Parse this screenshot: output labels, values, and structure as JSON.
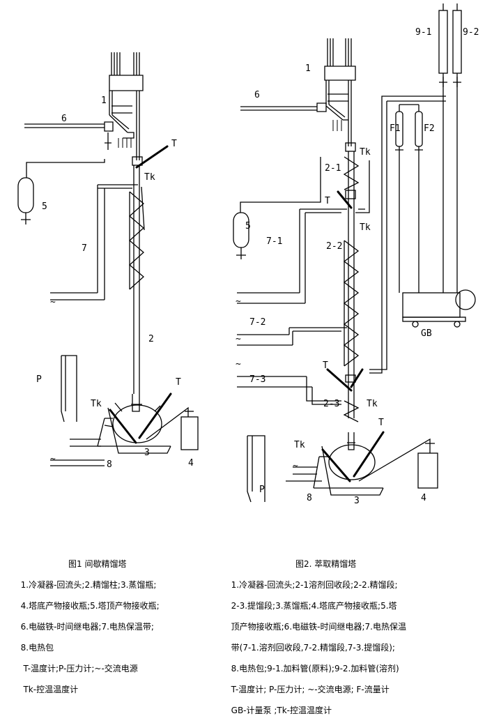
{
  "fig1": {
    "labels": {
      "n1": "1",
      "n2": "2",
      "n3": "3",
      "n4": "4",
      "n5": "5",
      "n6": "6",
      "n7": "7",
      "n8": "8",
      "T_top": "T",
      "T_bot": "T",
      "Tk_top": "Tk",
      "Tk_bot": "Tk",
      "P": "P",
      "ac1": "~",
      "ac2": "~"
    },
    "caption": {
      "title": "图1 间歇精馏塔",
      "lines": [
        "1.冷凝器-回流头;2.精馏柱;3.蒸馏瓶;",
        "4.塔底产物接收瓶;5.塔顶产物接收瓶;",
        "6.电磁铁-时间继电器;7.电热保温带;",
        "8.电热包",
        " T-温度计;P-压力计;~-交流电源",
        " Tk-控温温度计"
      ]
    }
  },
  "fig2": {
    "labels": {
      "n1": "1",
      "n3": "3",
      "n4": "4",
      "n5": "5",
      "n6": "6",
      "n8": "8",
      "s2_1": "2-1",
      "s2_2": "2-2",
      "s2_3": "2-3",
      "s7_1": "7-1",
      "s7_2": "7-2",
      "s7_3": "7-3",
      "s9_1": "9-1",
      "s9_2": "9-2",
      "F1": "F1",
      "F2": "F2",
      "GB": "GB",
      "T1": "T",
      "T2": "T",
      "T3": "T",
      "Tk1": "Tk",
      "Tk2": "Tk",
      "Tk3": "Tk",
      "Tk4": "Tk",
      "P": "P",
      "ac1": "~",
      "ac2": "~",
      "ac3": "~",
      "ac4": "~"
    },
    "caption": {
      "title": "图2. 萃取精馏塔",
      "lines": [
        "1.冷凝器-回流头;2-1溶剂回收段;2-2.精馏段;",
        "2-3.提馏段;3.蒸馏瓶;4.塔底产物接收瓶;5.塔",
        "顶产物接收瓶;6.电磁铁-时间继电器;7.电热保温",
        "带(7-1.溶剂回收段,7-2.精馏段,7-3.提馏段);",
        "8.电热包;9-1.加料管(原料);9-2.加料管(溶剂)",
        "T-温度计; P-压力计; ~-交流电源; F-流量计",
        "GB-计量泵 ;Tk-控温温度计"
      ]
    }
  }
}
